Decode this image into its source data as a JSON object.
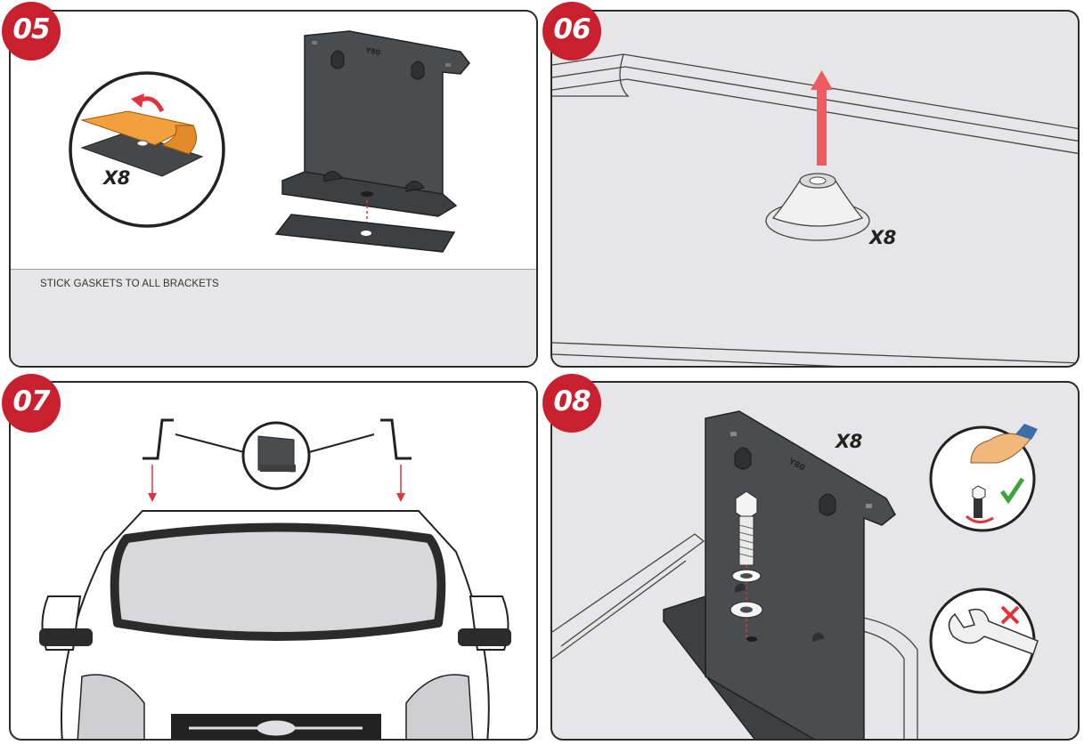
{
  "steps": [
    {
      "number": "05",
      "caption": "STICK GASKETS TO ALL BRACKETS",
      "qty": "X8",
      "bracket_text": "Y80"
    },
    {
      "number": "06",
      "qty": "X8"
    },
    {
      "number": "07"
    },
    {
      "number": "08",
      "qty": "X8",
      "bracket_text": "Y80"
    }
  ],
  "colors": {
    "badge": "#c8202f",
    "arrow": "#ee5a5f",
    "gasket_peel": "#f2a03d",
    "bracket": "#4a4d4f",
    "panel_bg": "#e6e6e8",
    "check": "#3aa53a",
    "cross": "#e0343c"
  }
}
